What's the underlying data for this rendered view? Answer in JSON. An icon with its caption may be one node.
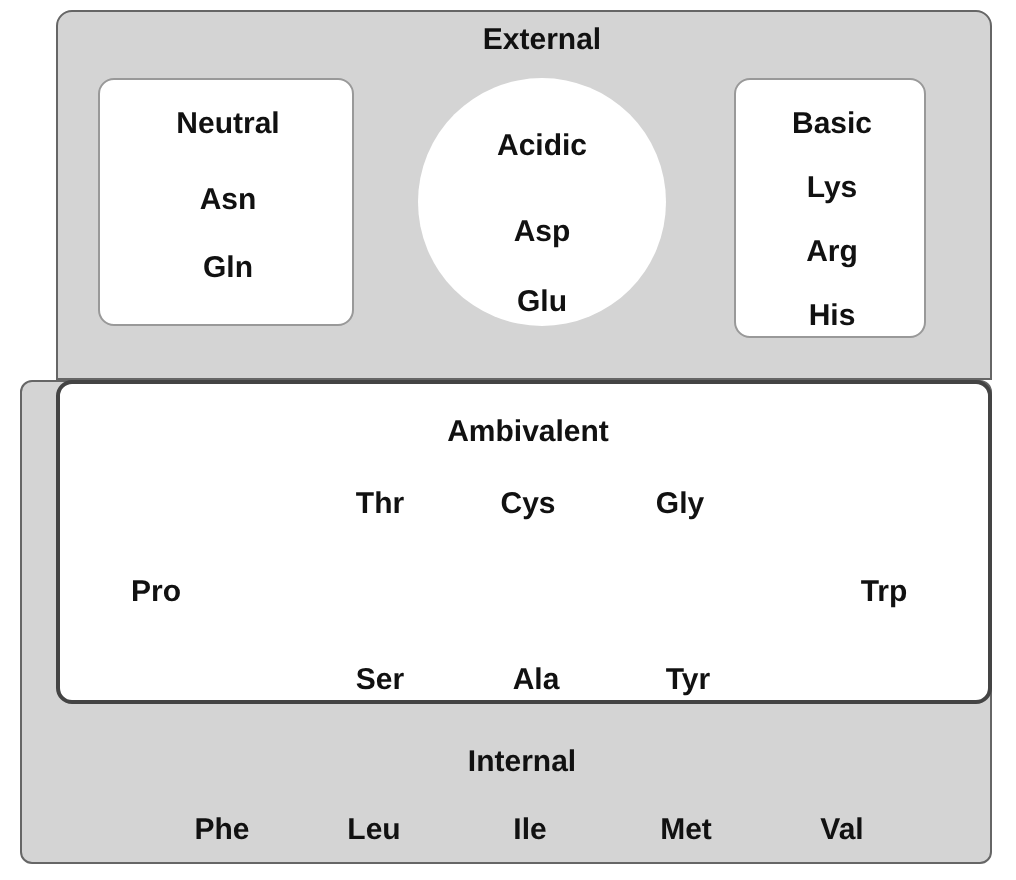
{
  "diagram": {
    "nodes": [
      {
        "text": [
          "External"
        ]
      },
      {
        "text": [
          "Neutral",
          "Asn",
          "Gln"
        ],
        "in": 0
      },
      {
        "text": [
          "Acidic",
          "Asp",
          "Glu"
        ],
        "in": 0
      },
      {
        "text": [
          "Basic",
          "Lys",
          "Arg",
          "His"
        ],
        "in": 0
      },
      {
        "text": [
          "Internal",
          "Phe",
          "Leu",
          "Ile",
          "Met",
          "Val"
        ]
      },
      {
        "text": [
          "Ambivalent",
          "Thr",
          "Cys",
          "Gly",
          "Pro",
          "Trp",
          "Ser",
          "Ala",
          "Tyr"
        ],
        "in": 4
      }
    ]
  }
}
